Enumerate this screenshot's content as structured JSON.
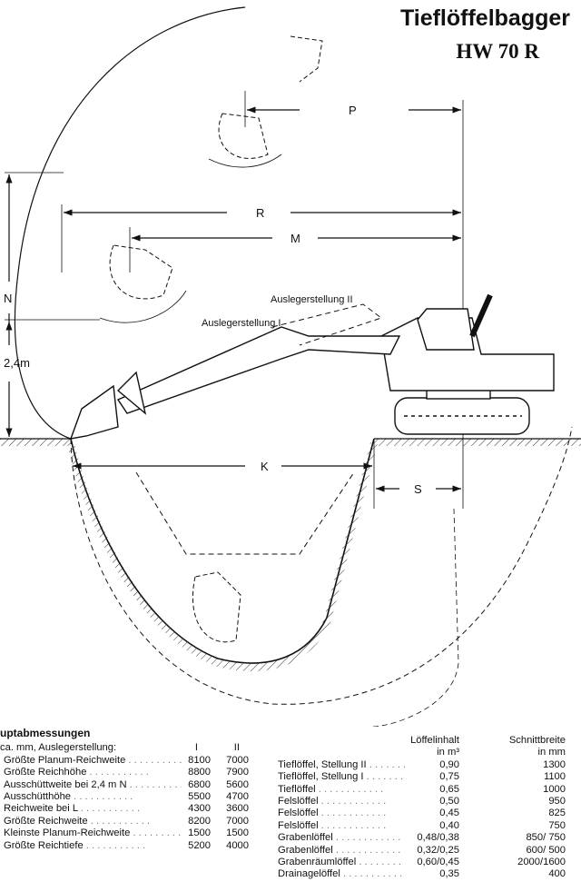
{
  "header": {
    "title": "Tieflöffelbagger",
    "model": "HW 70 R"
  },
  "diagram": {
    "labels": {
      "P": "P",
      "R": "R",
      "M": "M",
      "N": "N",
      "h24": "2,4m",
      "K": "K",
      "S": "S",
      "boom2": "Auslegerstellung II",
      "boom1": "Auslegerstellung I"
    }
  },
  "main_dims": {
    "heading": "uptabmessungen",
    "subheading": "ca. mm, Auslegerstellung:",
    "col1": "I",
    "col2": "II",
    "rows": [
      {
        "label": "Größte Planum-Reichweite",
        "v1": "8100",
        "v2": "7000"
      },
      {
        "label": "Größte Reichhöhe",
        "v1": "8800",
        "v2": "7900"
      },
      {
        "label": "Ausschüttweite bei 2,4 m N",
        "v1": "6800",
        "v2": "5600"
      },
      {
        "label": "Ausschütthöhe",
        "v1": "5500",
        "v2": "4700"
      },
      {
        "label": "Reichweite bei L",
        "v1": "4300",
        "v2": "3600"
      },
      {
        "label": "Größte Reichweite",
        "v1": "8200",
        "v2": "7000"
      },
      {
        "label": "Kleinste Planum-Reichweite",
        "v1": "1500",
        "v2": "1500"
      },
      {
        "label": "Größte Reichtiefe",
        "v1": "5200",
        "v2": "4000"
      }
    ]
  },
  "buckets": {
    "col1_header": "Löffelinhalt",
    "col1_unit": "in m³",
    "col2_header": "Schnittbreite",
    "col2_unit": "in mm",
    "rows": [
      {
        "label": "Tieflöffel, Stellung II",
        "volume": "0,90",
        "width": "1300"
      },
      {
        "label": "Tieflöffel, Stellung I",
        "volume": "0,75",
        "width": "1100"
      },
      {
        "label": "Tieflöffel",
        "volume": "0,65",
        "width": "1000"
      },
      {
        "label": "Felslöffel",
        "volume": "0,50",
        "width": "950"
      },
      {
        "label": "Felslöffel",
        "volume": "0,45",
        "width": "825"
      },
      {
        "label": "Felslöffel",
        "volume": "0,40",
        "width": "750"
      },
      {
        "label": "Grabenlöffel",
        "volume": "0,48/0,38",
        "width": "850/ 750"
      },
      {
        "label": "Grabenlöffel",
        "volume": "0,32/0,25",
        "width": "600/ 500"
      },
      {
        "label": "Grabenräumlöffel",
        "volume": "0,60/0,45",
        "width": "2000/1600"
      },
      {
        "label": "Drainagelöffel",
        "volume": "0,35",
        "width": "400"
      }
    ]
  }
}
